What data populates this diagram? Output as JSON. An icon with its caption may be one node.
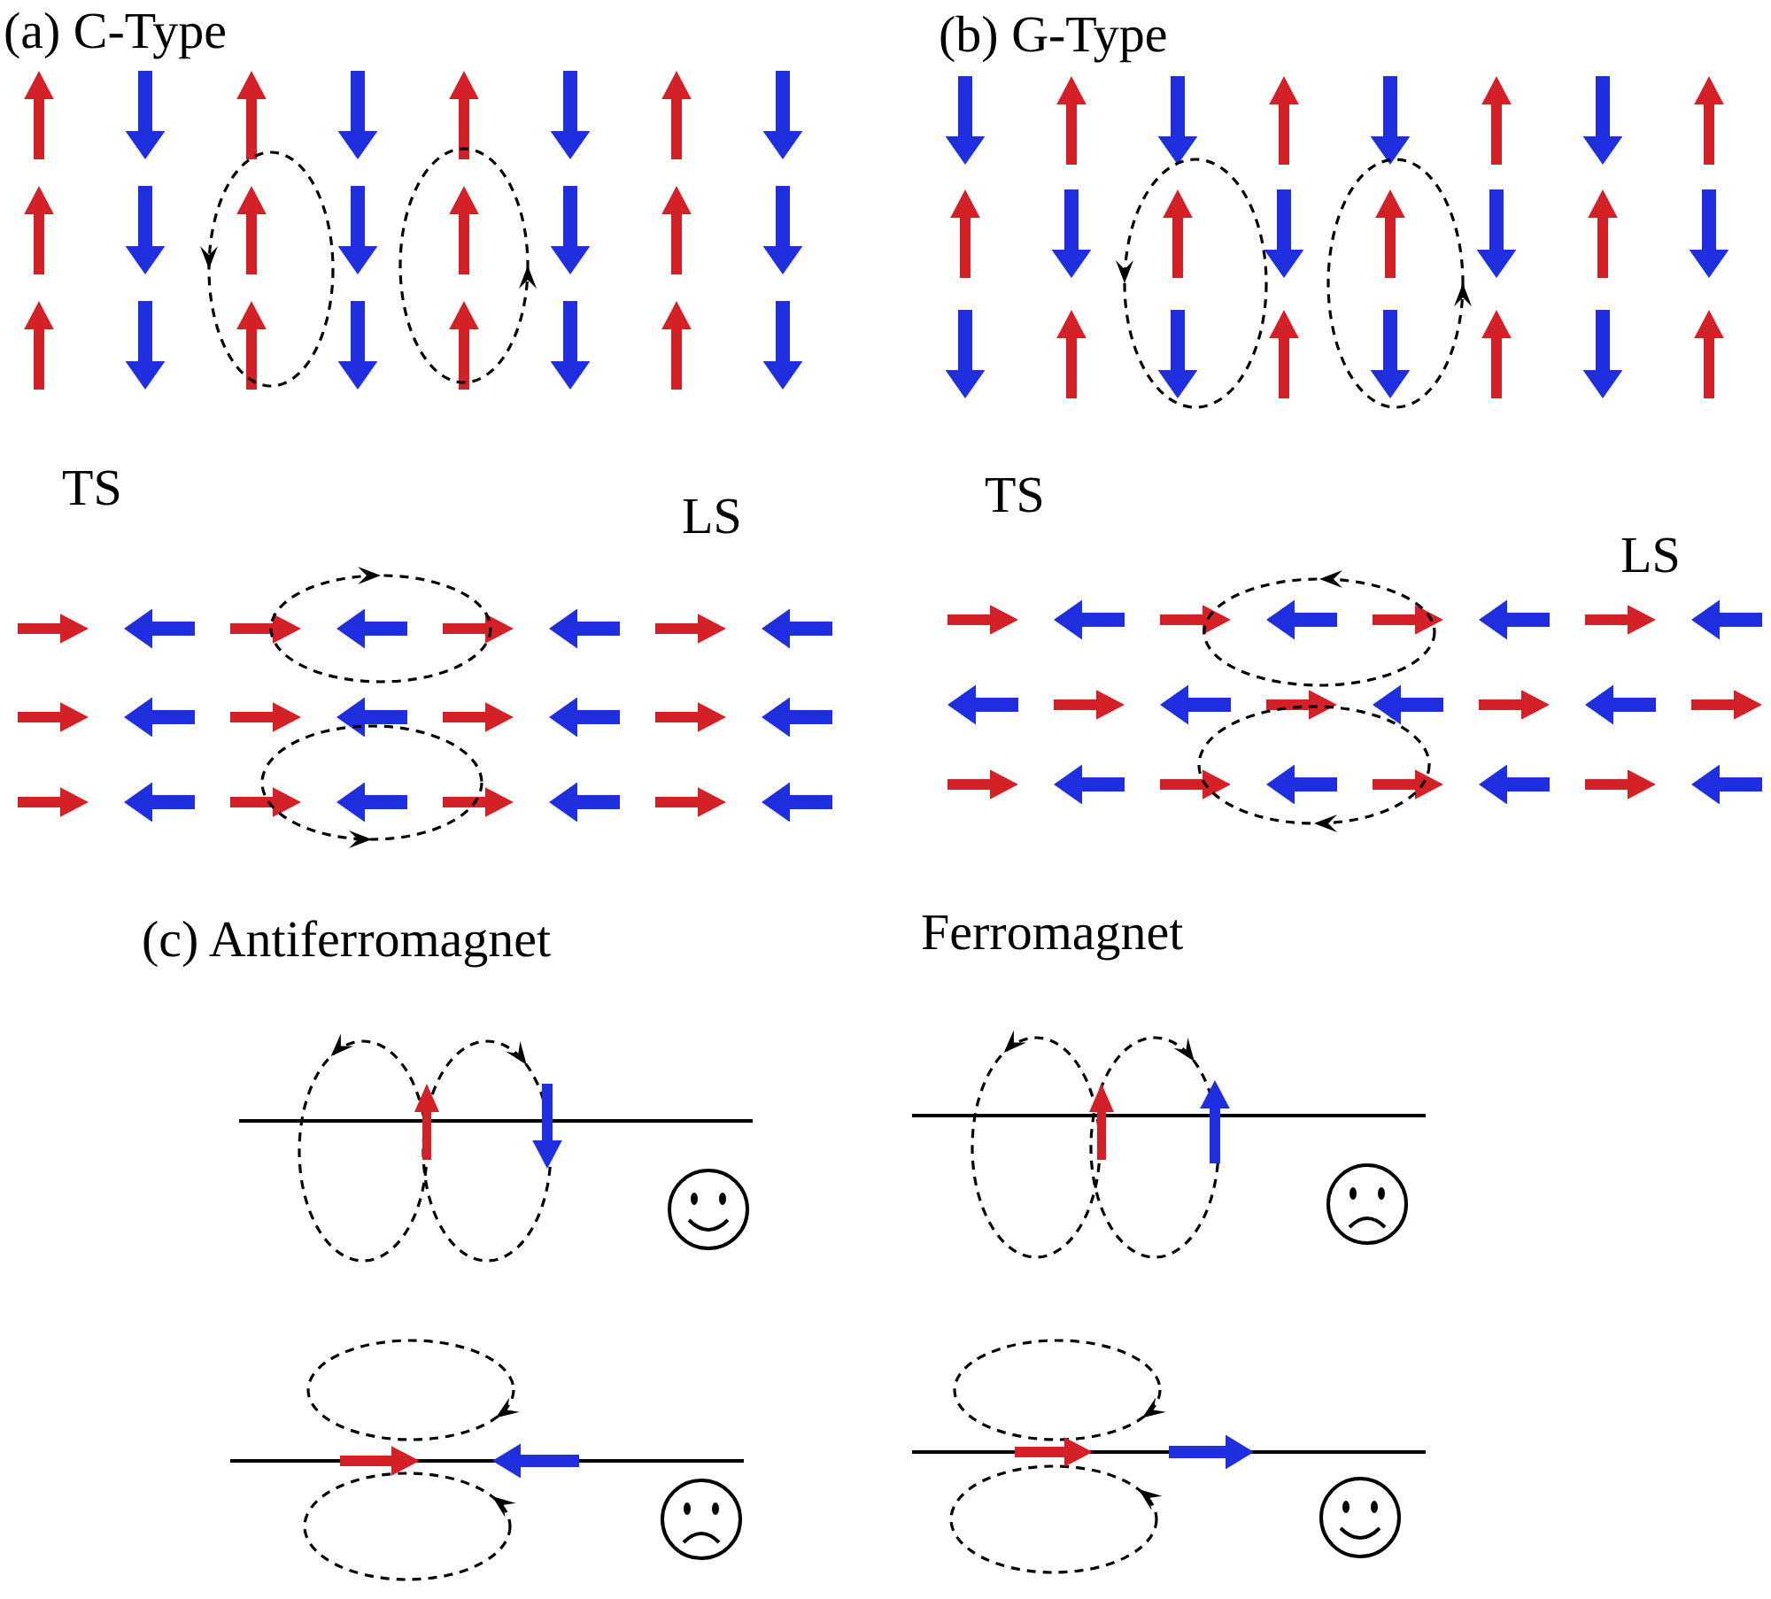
{
  "diagram": {
    "labels": [
      "(a) C-Type",
      "(b) G-Type",
      "TS",
      "TS",
      "LS",
      "LS",
      "(c) Antiferromagnet",
      "Ferromagnet"
    ]
  }
}
